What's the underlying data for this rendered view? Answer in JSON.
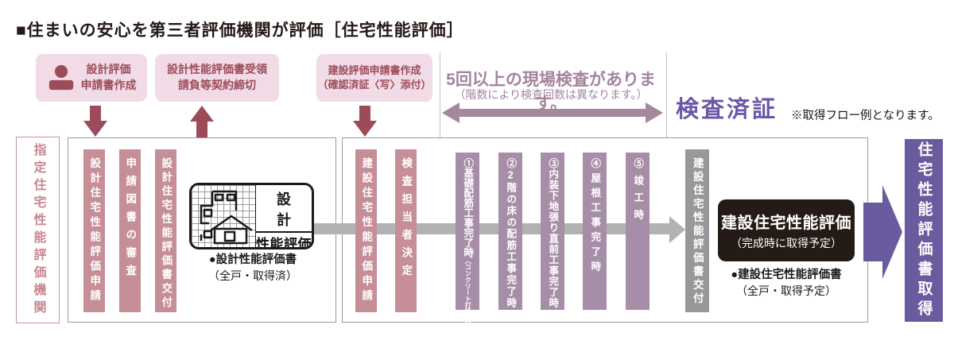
{
  "title": "■住まいの安心を第三者評価機関が評価［住宅性能評価］",
  "top_steps": [
    {
      "line1": "設計評価",
      "line2": "申請書作成"
    },
    {
      "line1": "設計性能評価書受領",
      "line2": "請負等契約締切"
    },
    {
      "line1": "建設評価申請書作成",
      "line2": "（確認済証〈写〉添付）"
    }
  ],
  "inspection_note": {
    "main": "5回以上の現場検査があります。",
    "sub": "（階数により検査回数は異なります。）"
  },
  "inspection_cert": "検査済証",
  "flow_note": "※取得フロー例となります。",
  "agency": "指定住宅性能評価機関",
  "design_phase": {
    "columns": [
      "設計住宅性能評価申請",
      "申請図書の審査",
      "設計住宅性能評価書交付"
    ],
    "stamp": {
      "top": "設計",
      "bottom": "性能評価"
    },
    "caption_line1": "●設計性能評価書",
    "caption_line2": "（全戸・取得済）"
  },
  "construction_phase": {
    "columns": [
      "建設住宅性能評価申請",
      "検査担当者決定"
    ],
    "inspections": [
      {
        "num": "①",
        "label": "基礎配筋工事完了時",
        "sub": "（コンクリート打設前）"
      },
      {
        "num": "②",
        "label": "2階の床の配筋工事完了時",
        "sub": ""
      },
      {
        "num": "③",
        "label": "内装下地張り直前工事完了時",
        "sub": ""
      },
      {
        "num": "④",
        "label": "屋根工事完了時",
        "sub": ""
      },
      {
        "num": "⑤",
        "label": "竣工時",
        "sub": ""
      }
    ],
    "delivery_column": "建設住宅性能評価書交付",
    "black_box_line1": "建設住宅性能評価",
    "black_box_line2": "（完成時に取得予定）",
    "caption_line1": "●建設住宅性能評価書",
    "caption_line2": "（全戸・取得予定）"
  },
  "result_box": "住宅性能評価書取得",
  "colors": {
    "maroon": "#9d4b59",
    "light_pink": "#f0dbe7",
    "column_pink": "#c68e96",
    "column_purple": "#a78ea8",
    "column_gray": "#98989a",
    "band_gray": "#b2b2b4",
    "black_box": "#241b16",
    "result_purple": "#6a5b9e",
    "cert_purple": "#6b57a8",
    "mauve": "#a3849f"
  }
}
